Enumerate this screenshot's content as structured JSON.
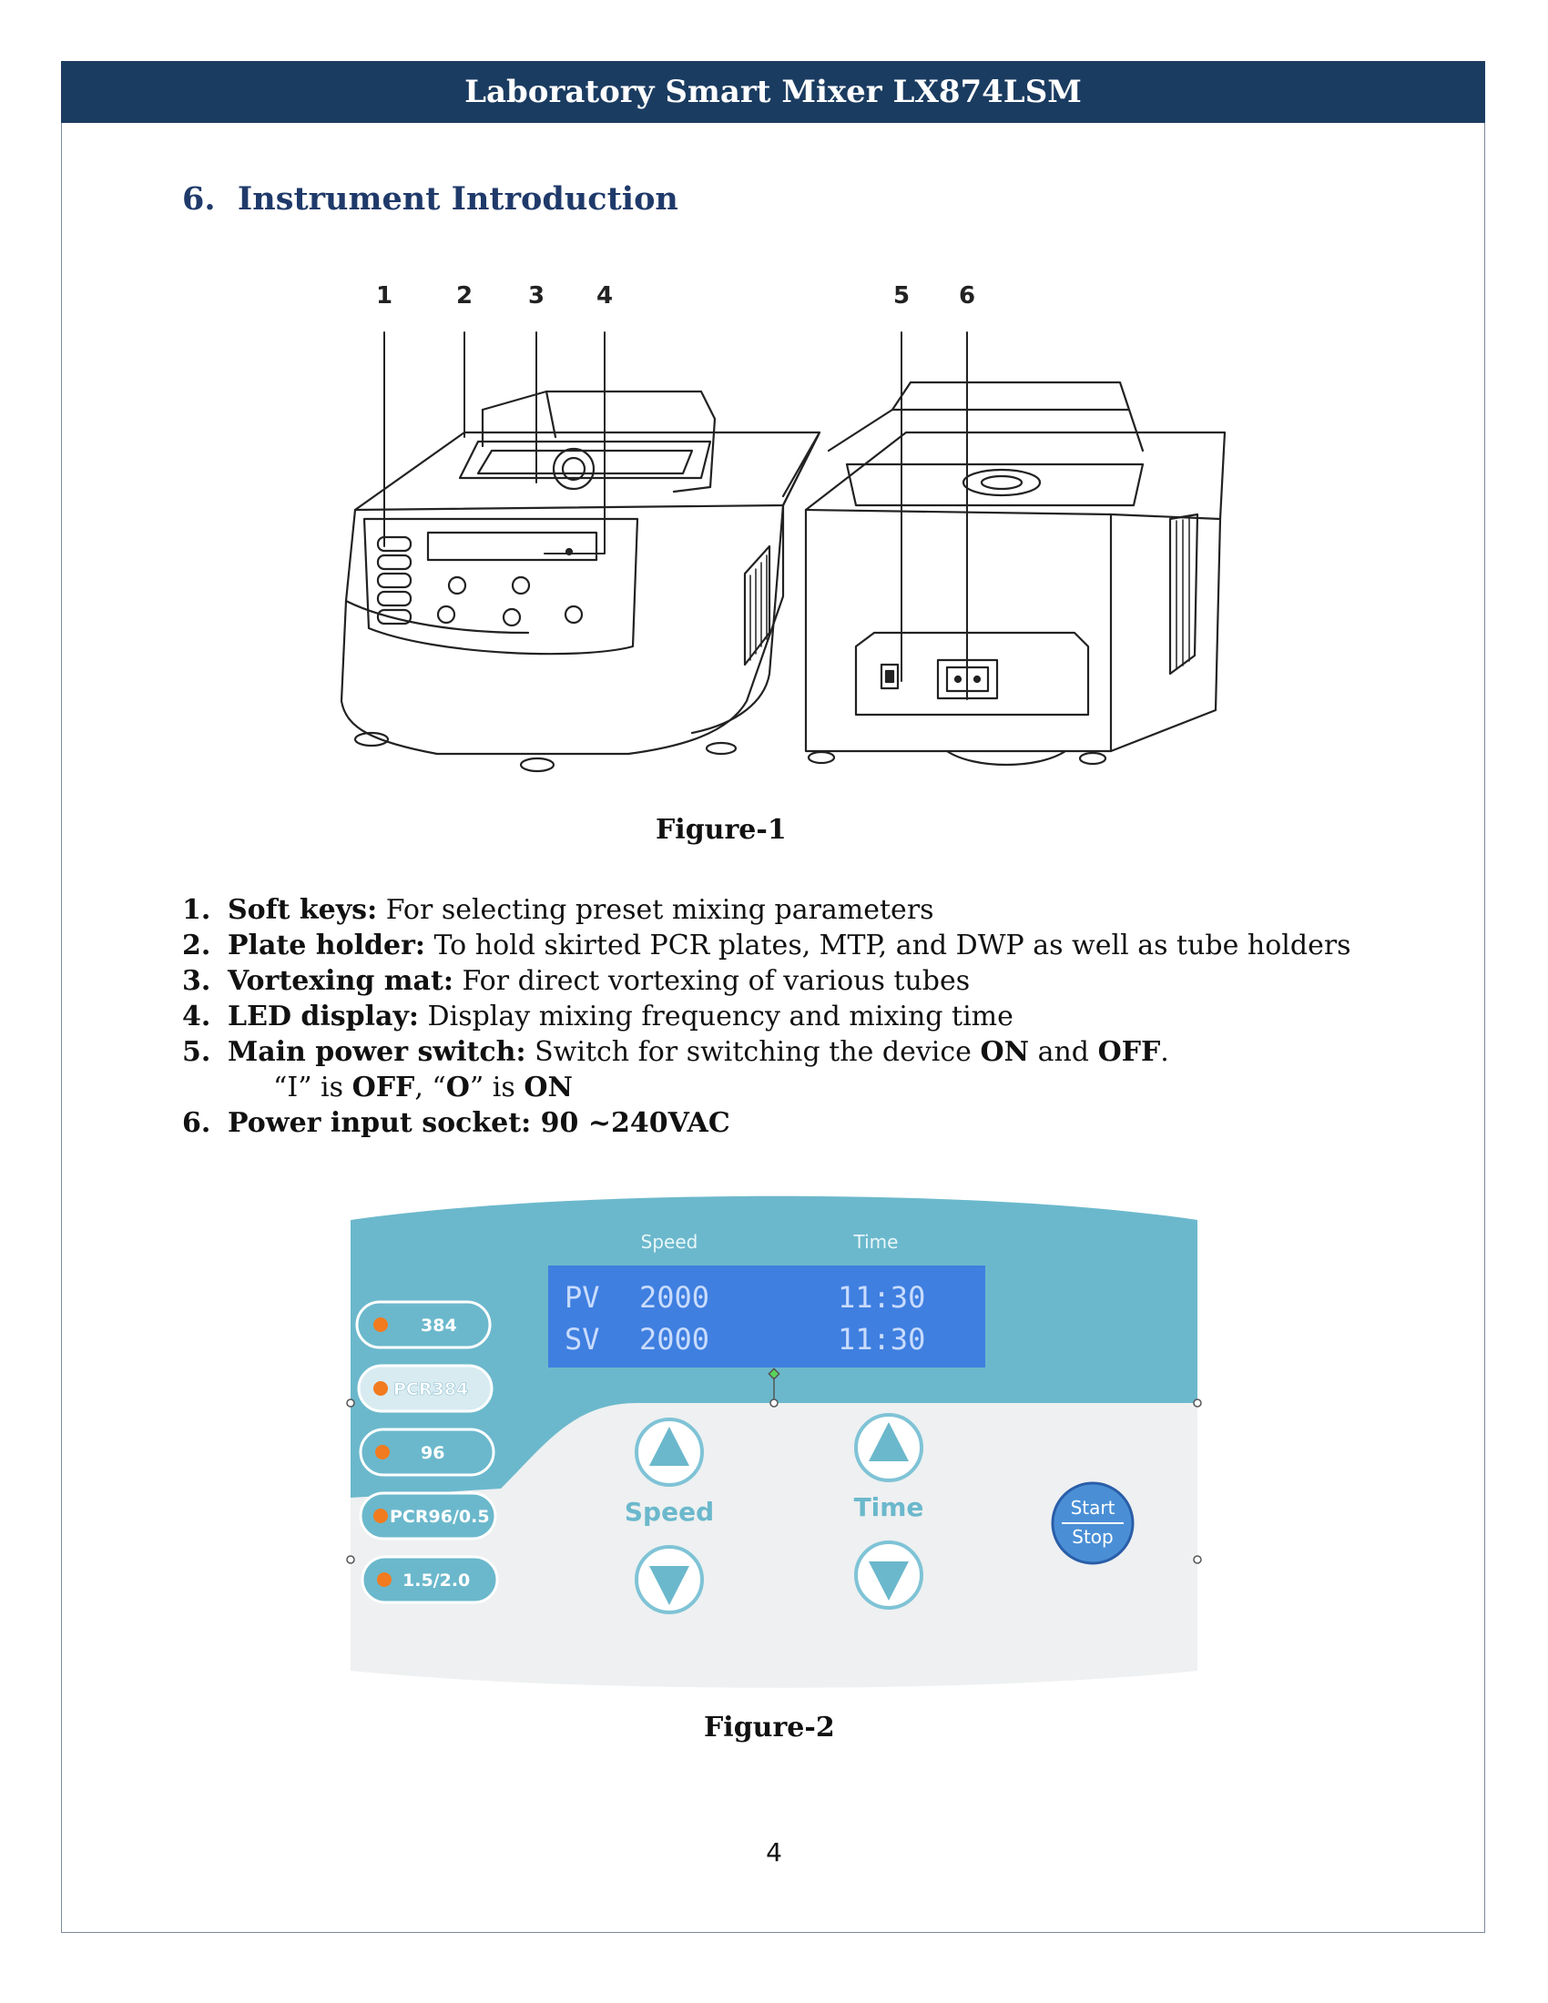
{
  "header": {
    "title": "Laboratory Smart Mixer LX874LSM"
  },
  "section": {
    "number": "6.",
    "title": "Instrument Introduction"
  },
  "figure1": {
    "callouts": [
      "1",
      "2",
      "3",
      "4",
      "5",
      "6"
    ],
    "caption": "Figure-1"
  },
  "items": [
    {
      "num": "1.",
      "term": "Soft keys:",
      "desc": "For selecting preset mixing parameters"
    },
    {
      "num": "2.",
      "term": "Plate holder:",
      "desc": "To hold skirted PCR plates, MTP, and DWP as well as tube holders"
    },
    {
      "num": "3.",
      "term": "Vortexing mat:",
      "desc": "For direct vortexing of various tubes"
    },
    {
      "num": "4.",
      "term": "LED display:",
      "desc": "Display mixing frequency and mixing time"
    },
    {
      "num": "5.",
      "term": "Main power switch:",
      "desc_pre": "Switch for switching the device",
      "on": "ON",
      "and": "and",
      "off": "OFF",
      "note_open1": "“I” is",
      "note_off": "OFF",
      "note_mid": ", “",
      "note_o": "O",
      "note_close": "” is",
      "note_on": "ON"
    },
    {
      "num": "6.",
      "term": "Power input socket: 90 ~240VAC"
    }
  ],
  "figure2": {
    "speed_header": "Speed",
    "time_header": "Time",
    "pv_label": "PV",
    "pv_speed": "2000",
    "pv_time": "11:30",
    "sv_label": "SV",
    "sv_speed": "2000",
    "sv_time": "11:30",
    "soft_keys": [
      "384",
      "PCR384",
      "96",
      "PCR96/0.5",
      "1.5/2.0"
    ],
    "speed_label": "Speed",
    "time_label": "Time",
    "start_label": "Start",
    "stop_label": "Stop",
    "caption": "Figure-2"
  },
  "page_number": "4",
  "colors": {
    "header_bg": "#1b3c61",
    "title_blue": "#1f3a6a",
    "panel_teal": "#6bb8cc",
    "lcd_blue": "#3f7fe0",
    "led_orange": "#f27b1f"
  }
}
